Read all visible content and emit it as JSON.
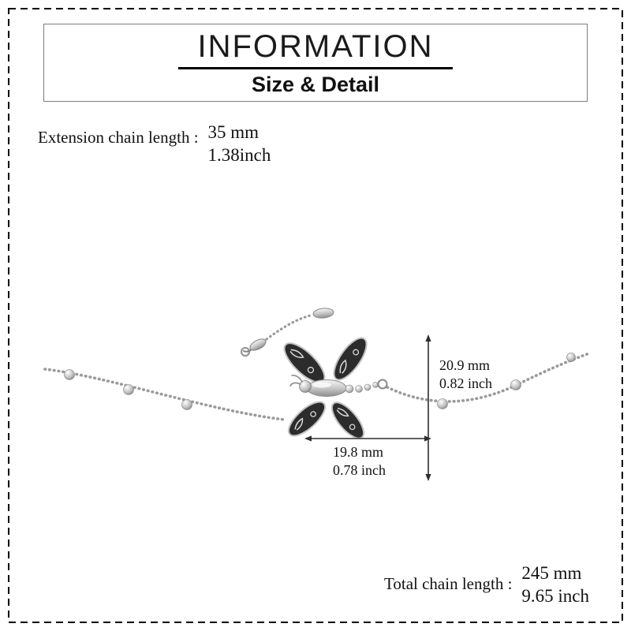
{
  "page": {
    "header": {
      "title": "INFORMATION",
      "subtitle": "Size & Detail"
    },
    "extension": {
      "label": "Extension chain length :",
      "mm": "35 mm",
      "inch": "1.38inch"
    },
    "pendant_dimensions": {
      "height_mm": "20.9 mm",
      "height_inch": "0.82 inch",
      "width_mm": "19.8 mm",
      "width_inch": "0.78 inch"
    },
    "total": {
      "label": "Total chain length :",
      "mm": "245 mm",
      "inch": "9.65 inch"
    },
    "colors": {
      "frame": "#000000",
      "header_border": "#7d7d7d",
      "silver_chain": "#9a9a9a",
      "wing_dark": "#2c2c2c",
      "text": "#111111"
    }
  }
}
